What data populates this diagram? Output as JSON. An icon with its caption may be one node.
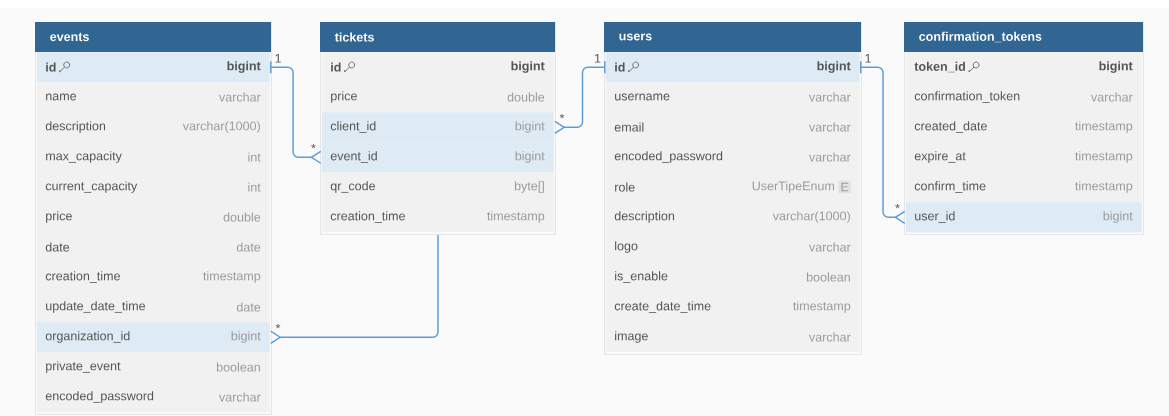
{
  "diagram": {
    "nodes": [
      {
        "text": [
          "events"
        ]
      },
      {
        "text": [
          "id",
          "bigint"
        ],
        "in": 0
      },
      {
        "text": [
          "name",
          "varchar"
        ],
        "in": 0
      },
      {
        "text": [
          "description",
          "varchar(1000)"
        ],
        "in": 0
      },
      {
        "text": [
          "max_capacity",
          "int"
        ],
        "in": 0
      },
      {
        "text": [
          "current_capacity",
          "int"
        ],
        "in": 0
      },
      {
        "text": [
          "price",
          "double"
        ],
        "in": 0
      },
      {
        "text": [
          "date",
          "date"
        ],
        "in": 0
      },
      {
        "text": [
          "creation_time",
          "timestamp"
        ],
        "in": 0
      },
      {
        "text": [
          "update_date_time",
          "date"
        ],
        "in": 0
      },
      {
        "text": [
          "organization_id",
          "bigint"
        ],
        "in": 0
      },
      {
        "text": [
          "private_event",
          "boolean"
        ],
        "in": 0
      },
      {
        "text": [
          "encoded_password",
          "varchar"
        ],
        "in": 0
      },
      {
        "text": [
          "tickets"
        ]
      },
      {
        "text": [
          "id",
          "bigint"
        ],
        "in": 13
      },
      {
        "text": [
          "price",
          "double"
        ],
        "in": 13
      },
      {
        "text": [
          "client_id",
          "bigint"
        ],
        "in": 13
      },
      {
        "text": [
          "event_id",
          "bigint"
        ],
        "in": 13
      },
      {
        "text": [
          "qr_code",
          "byte[]"
        ],
        "in": 13
      },
      {
        "text": [
          "creation_time",
          "timestamp"
        ],
        "in": 13
      },
      {
        "text": [
          "users"
        ]
      },
      {
        "text": [
          "id",
          "bigint"
        ],
        "in": 20
      },
      {
        "text": [
          "username",
          "varchar"
        ],
        "in": 20
      },
      {
        "text": [
          "email",
          "varchar"
        ],
        "in": 20
      },
      {
        "text": [
          "encoded_password",
          "varchar"
        ],
        "in": 20
      },
      {
        "text": [
          "role",
          "UserTipeEnum",
          "E"
        ],
        "in": 20
      },
      {
        "text": [
          "description",
          "varchar(1000)"
        ],
        "in": 20
      },
      {
        "text": [
          "logo",
          "varchar"
        ],
        "in": 20
      },
      {
        "text": [
          "is_enable",
          "boolean"
        ],
        "in": 20
      },
      {
        "text": [
          "create_date_time",
          "timestamp"
        ],
        "in": 20
      },
      {
        "text": [
          "image",
          "varchar"
        ],
        "in": 20
      },
      {
        "text": [
          "confirmation_tokens"
        ]
      },
      {
        "text": [
          "token_id",
          "bigint"
        ],
        "in": 31
      },
      {
        "text": [
          "confirmation_token",
          "varchar"
        ],
        "in": 31
      },
      {
        "text": [
          "created_date",
          "timestamp"
        ],
        "in": 31
      },
      {
        "text": [
          "expire_at",
          "timestamp"
        ],
        "in": 31
      },
      {
        "text": [
          "confirm_time",
          "timestamp"
        ],
        "in": 31
      },
      {
        "text": [
          "user_id",
          "bigint"
        ],
        "in": 31
      }
    ],
    "edges": [
      {
        "from": 1,
        "to": 17,
        "arrow": "other"
      },
      {
        "from": 21,
        "to": 16,
        "arrow": "other"
      },
      {
        "from": 21,
        "to": 37,
        "arrow": "other"
      },
      {
        "from": 13,
        "to": 10,
        "arrow": "other"
      }
    ],
    "labels": [
      "1",
      "1",
      "1",
      "*",
      "*",
      "*",
      "*"
    ]
  }
}
